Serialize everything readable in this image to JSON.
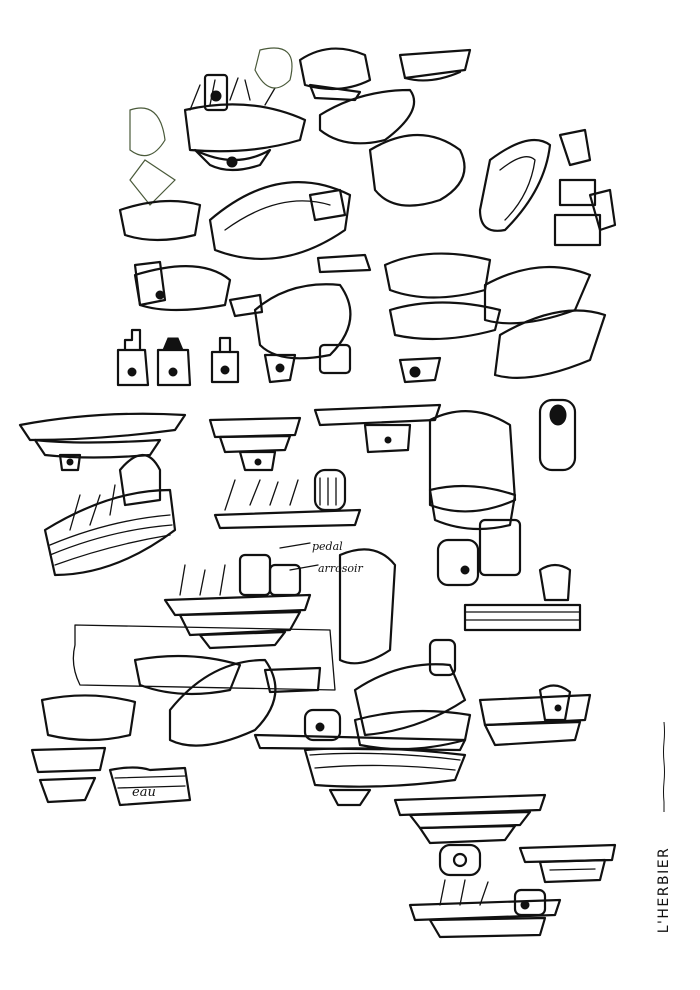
{
  "brand": {
    "label": "L'HERBIER"
  },
  "annotations": {
    "note_1": "pedal",
    "note_2": "arrosoir",
    "note_3": "eau"
  },
  "colors": {
    "ink": "#111111",
    "paper": "#ffffff",
    "pencil_green": "#4a5a3a"
  }
}
